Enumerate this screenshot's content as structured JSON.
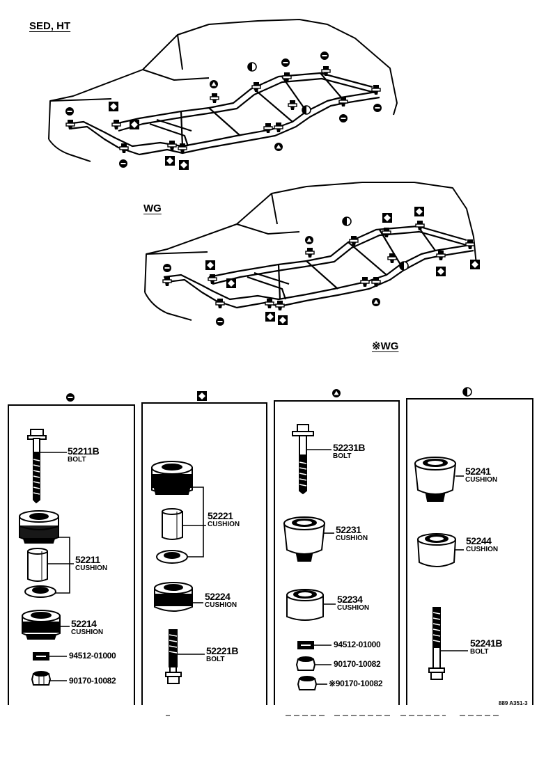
{
  "sections": {
    "sed_ht": "SED, HT",
    "wg": "WG",
    "star_wg": "※WG"
  },
  "groups": [
    {
      "symbol": "circle-minus",
      "parts": [
        {
          "number": "52211B",
          "desc": "BOLT"
        },
        {
          "number": "52211",
          "desc": "CUSHION"
        },
        {
          "number": "52214",
          "desc": "CUSHION"
        },
        {
          "number": "94512-01000",
          "desc": ""
        },
        {
          "number": "90170-10082",
          "desc": ""
        }
      ]
    },
    {
      "symbol": "square-diamond",
      "parts": [
        {
          "number": "52221",
          "desc": "CUSHION"
        },
        {
          "number": "52224",
          "desc": "CUSHION"
        },
        {
          "number": "52221B",
          "desc": "BOLT"
        }
      ]
    },
    {
      "symbol": "circle-triangle",
      "parts": [
        {
          "number": "52231B",
          "desc": "BOLT"
        },
        {
          "number": "52231",
          "desc": "CUSHION"
        },
        {
          "number": "52234",
          "desc": "CUSHION"
        },
        {
          "number": "94512-01000",
          "desc": ""
        },
        {
          "number": "90170-10082",
          "desc": ""
        },
        {
          "number": "※90170-10082",
          "desc": ""
        }
      ]
    },
    {
      "symbol": "circle-half",
      "parts": [
        {
          "number": "52241",
          "desc": "CUSHION"
        },
        {
          "number": "52244",
          "desc": "CUSHION"
        },
        {
          "number": "52241B",
          "desc": "BOLT"
        }
      ]
    }
  ],
  "footer_code": "889 A351-3"
}
